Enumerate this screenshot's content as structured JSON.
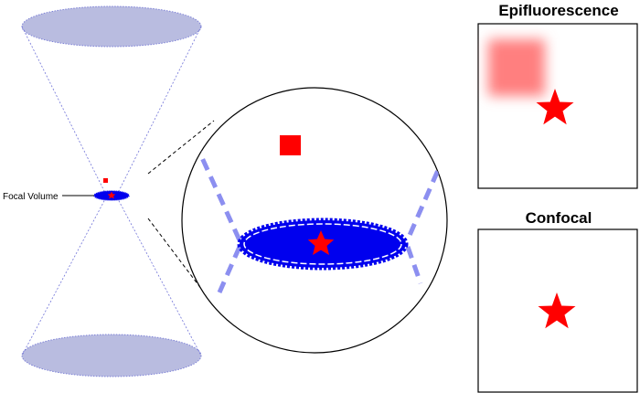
{
  "labels": {
    "focal_volume": "Focal Volume"
  },
  "panels": {
    "epifluorescence": {
      "title": "Epifluorescence"
    },
    "confocal": {
      "title": "Confocal"
    }
  },
  "colors": {
    "cone_fill": "#b9bce0",
    "cone_dots": "#7d81d6",
    "cone_lines": "#6f72d8",
    "focal_fill": "#0000ee",
    "dash_lines": "#8c8ff0",
    "marker_red": "#ff0000",
    "blur_red": "#ff8080"
  },
  "icons": {
    "star": "star-icon",
    "square": "square-icon"
  }
}
